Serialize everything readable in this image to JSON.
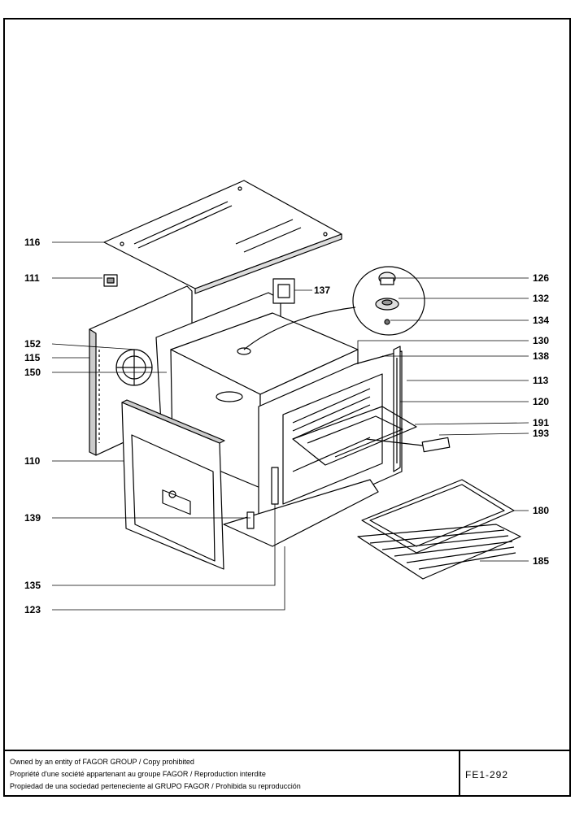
{
  "diagram": {
    "callouts": {
      "c116": "116",
      "c111": "111",
      "c137": "137",
      "c126": "126",
      "c132": "132",
      "c134": "134",
      "c152": "152",
      "c130": "130",
      "c115": "115",
      "c138": "138",
      "c150": "150",
      "c113": "113",
      "c120": "120",
      "c191": "191",
      "c193": "193",
      "c110": "110",
      "c180": "180",
      "c139": "139",
      "c185": "185",
      "c135": "135",
      "c123": "123"
    }
  },
  "titleblock": {
    "line1": "Owned by an entity of FAGOR GROUP / Copy prohibited",
    "line2": "Propriété d'une société appartenant au groupe FAGOR / Reproduction interdite",
    "line3": "Propiedad de una sociedad perteneciente al GRUPO FAGOR / Prohibida su reproducción",
    "code": "FE1-292"
  }
}
